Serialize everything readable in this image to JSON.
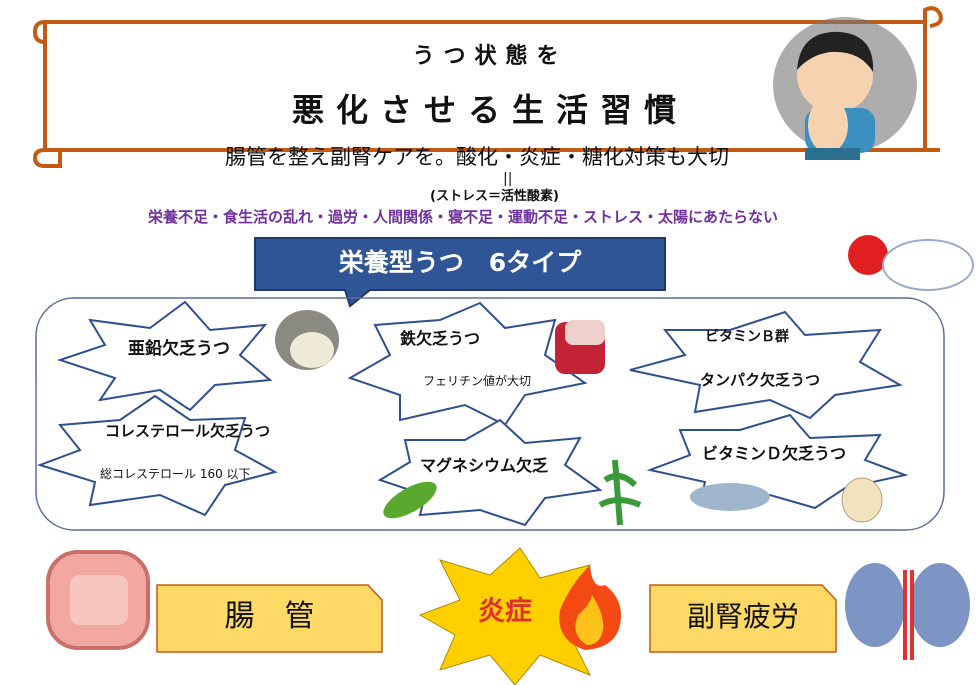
{
  "banner": {
    "line1": "うつ状態を",
    "line2": "悪化させる生活習慣"
  },
  "subtitle": "腸管を整え副腎ケアを。酸化・炎症・糖化対策も大切",
  "equals_mark": "||",
  "stress_note": "(ストレス＝活性酸素)",
  "causes": "栄養不足・食生活の乱れ・過労・人間関係・寝不足・運動不足・ストレス・太陽にあたらない",
  "types_label": "栄養型うつ　6タイプ",
  "types": [
    {
      "title": "亜鉛欠乏うつ"
    },
    {
      "title": "鉄欠乏うつ",
      "note": "フェリチン値が大切"
    },
    {
      "title": "ビタミンＢ群",
      "note": "タンパク欠乏うつ"
    },
    {
      "title": "コレステロール欠乏うつ",
      "note": "総コレステロール 160 以下"
    },
    {
      "title": "マグネシウム欠乏"
    },
    {
      "title": "ビタミンＤ欠乏うつ"
    }
  ],
  "bottom": {
    "gut": "腸　管",
    "inflammation": "炎症",
    "adrenal": "副腎疲労"
  },
  "colors": {
    "banner_border": "#c55a11",
    "label_box": "#2f5597",
    "purple": "#7030a0",
    "yellow": "#ffd966",
    "burst_border": "#2f4f8f"
  }
}
